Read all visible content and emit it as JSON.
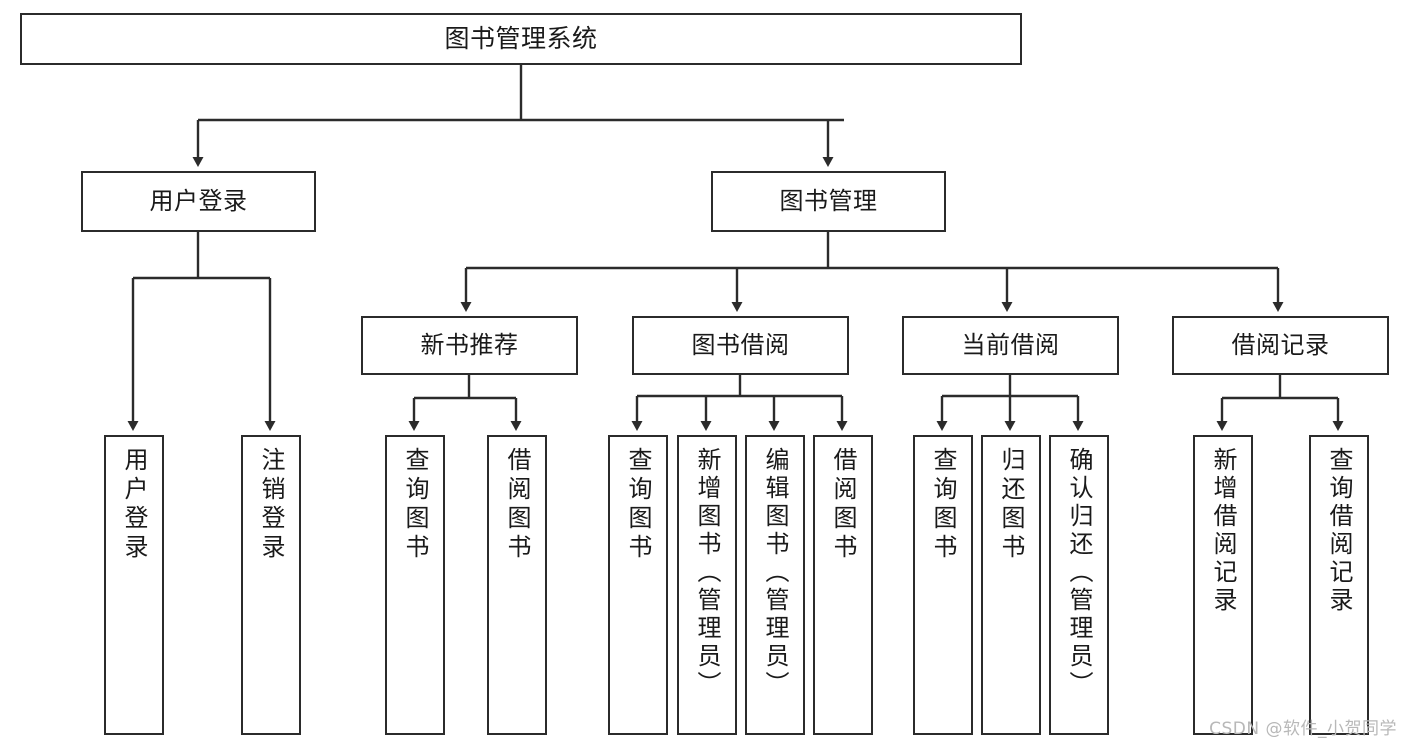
{
  "diagram": {
    "title": "图书管理系统",
    "type": "tree",
    "root": {
      "id": "root",
      "label": "图书管理系统"
    },
    "level2": [
      {
        "id": "user-login",
        "label": "用户登录"
      },
      {
        "id": "book-manage",
        "label": "图书管理"
      }
    ],
    "level3": [
      {
        "id": "new-book-recommend",
        "label": "新书推荐"
      },
      {
        "id": "book-borrow",
        "label": "图书借阅"
      },
      {
        "id": "current-borrow",
        "label": "当前借阅"
      },
      {
        "id": "borrow-record",
        "label": "借阅记录"
      }
    ],
    "leaves": [
      {
        "id": "leaf-user-login",
        "label": "用户登录",
        "parent": "user-login"
      },
      {
        "id": "leaf-user-logout",
        "label": "注销登录",
        "parent": "user-login"
      },
      {
        "id": "leaf-query-book-1",
        "label": "查询图书",
        "parent": "new-book-recommend"
      },
      {
        "id": "leaf-borrow-book-1",
        "label": "借阅图书",
        "parent": "new-book-recommend"
      },
      {
        "id": "leaf-query-book-2",
        "label": "查询图书",
        "parent": "book-borrow"
      },
      {
        "id": "leaf-add-book",
        "label": "新增图书（管理员）",
        "parent": "book-borrow"
      },
      {
        "id": "leaf-edit-book",
        "label": "编辑图书（管理员）",
        "parent": "book-borrow"
      },
      {
        "id": "leaf-borrow-book-2",
        "label": "借阅图书",
        "parent": "book-borrow"
      },
      {
        "id": "leaf-query-book-3",
        "label": "查询图书",
        "parent": "current-borrow"
      },
      {
        "id": "leaf-return-book",
        "label": "归还图书",
        "parent": "current-borrow"
      },
      {
        "id": "leaf-confirm-return",
        "label": "确认归还（管理员）",
        "parent": "current-borrow"
      },
      {
        "id": "leaf-add-record",
        "label": "新增借阅记录",
        "parent": "borrow-record"
      },
      {
        "id": "leaf-query-record",
        "label": "查询借阅记录",
        "parent": "borrow-record"
      }
    ],
    "colors": {
      "stroke": "#2b2b2b",
      "fill": "#ffffff",
      "text": "#1a1a1a",
      "watermark": "#b8b8b8"
    }
  },
  "watermark": {
    "text": "CSDN @软件_小贺同学"
  }
}
